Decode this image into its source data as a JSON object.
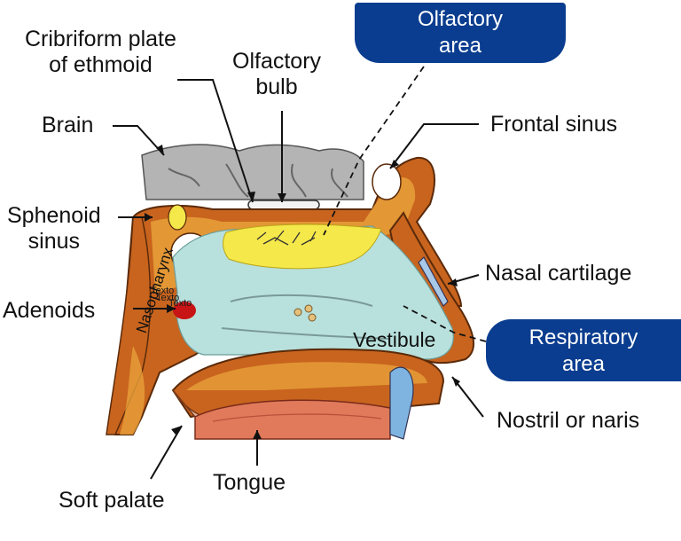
{
  "labels": {
    "cribriform_line1": "Cribriform plate",
    "cribriform_line2": "of ethmoid",
    "olfactory_bulb_line1": "Olfactory",
    "olfactory_bulb_line2": "bulb",
    "brain": "Brain",
    "frontal_sinus": "Frontal sinus",
    "sphenoid_line1": "Sphenoid",
    "sphenoid_line2": "sinus",
    "adenoids": "Adenoids",
    "nasal_cartilage": "Nasal cartilage",
    "nasopharynx": "Nasopharynx",
    "vestibule": "Vestibule",
    "nostril": "Nostril or naris",
    "soft_palate": "Soft palate",
    "tongue": "Tongue",
    "texto": "Texto"
  },
  "callouts": {
    "olfactory_line1": "Olfactory",
    "olfactory_line2": "area",
    "respiratory_line1": "Respiratory",
    "respiratory_line2": "area"
  },
  "colors": {
    "callout_bg": "#0a3d8f",
    "bone": "#c8641e",
    "bone_inner": "#e8a03a",
    "brain": "#b4b4b4",
    "olfactory_region": "#f5e84a",
    "nasal_cavity": "#b8e0dc",
    "adenoid": "#c81414",
    "tongue": "#e07a5a"
  }
}
